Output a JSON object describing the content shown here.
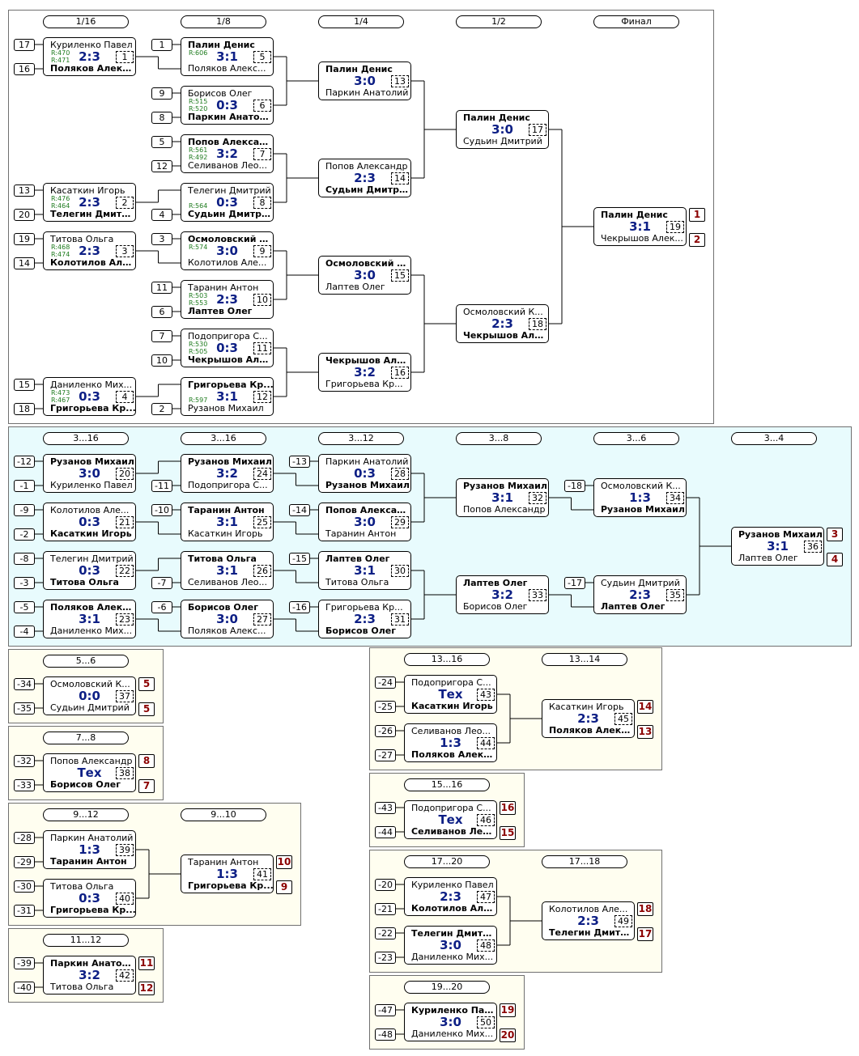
{
  "main_bracket": {
    "rounds": [
      "1/16",
      "1/8",
      "1/4",
      "1/2",
      "Финал"
    ],
    "matches": [
      {
        "id": "m1",
        "num": "1",
        "top": "Куриленко Павел",
        "bottom": "Поляков Алекс...",
        "score": "2:3",
        "winner": "bottom",
        "r_top": "R:470",
        "r_bottom": "R:471",
        "seed_top": "17",
        "seed_bottom": "16"
      },
      {
        "id": "m2",
        "num": "2",
        "top": "Касаткин Игорь",
        "bottom": "Телегин Дмитрий",
        "score": "2:3",
        "winner": "bottom",
        "r_top": "R:476",
        "r_bottom": "R:464",
        "seed_top": "13",
        "seed_bottom": "20"
      },
      {
        "id": "m3",
        "num": "3",
        "top": "Титова Ольга",
        "bottom": "Колотилов Але...",
        "score": "2:3",
        "winner": "bottom",
        "r_top": "R:468",
        "r_bottom": "R:474",
        "seed_top": "19",
        "seed_bottom": "14"
      },
      {
        "id": "m4",
        "num": "4",
        "top": "Даниленко Мих...",
        "bottom": "Григорьева Кр...",
        "score": "0:3",
        "winner": "bottom",
        "r_top": "R:473",
        "r_bottom": "R:467",
        "seed_top": "15",
        "seed_bottom": "18"
      },
      {
        "id": "m5",
        "num": "5",
        "top": "Палин Денис",
        "bottom": "Поляков Алекс...",
        "score": "3:1",
        "winner": "top",
        "r_top": "R:606",
        "seed_top": "1"
      },
      {
        "id": "m6",
        "num": "6",
        "top": "Борисов Олег",
        "bottom": "Паркин Анатолий",
        "score": "0:3",
        "winner": "bottom",
        "r_top": "R:515",
        "r_bottom": "R:520",
        "seed_top": "9",
        "seed_bottom": "8"
      },
      {
        "id": "m7",
        "num": "7",
        "top": "Попов Александр",
        "bottom": "Селиванов Лео...",
        "score": "3:2",
        "winner": "top",
        "r_top": "R:561",
        "r_bottom": "R:492",
        "seed_top": "5",
        "seed_bottom": "12"
      },
      {
        "id": "m8",
        "num": "8",
        "top": "Телегин Дмитрий",
        "bottom": "Судьин Дмитрий",
        "score": "0:3",
        "winner": "bottom",
        "r_bottom": "R:564",
        "seed_bottom": "4"
      },
      {
        "id": "m9",
        "num": "9",
        "top": "Осмоловский К...",
        "bottom": "Колотилов Але...",
        "score": "3:0",
        "winner": "top",
        "r_top": "R:574",
        "seed_top": "3"
      },
      {
        "id": "m10",
        "num": "10",
        "top": "Таранин Антон",
        "bottom": "Лаптев Олег",
        "score": "2:3",
        "winner": "bottom",
        "r_top": "R:503",
        "r_bottom": "R:553",
        "seed_top": "11",
        "seed_bottom": "6"
      },
      {
        "id": "m11",
        "num": "11",
        "top": "Подопригора С...",
        "bottom": "Чекрышов Алек...",
        "score": "0:3",
        "winner": "bottom",
        "r_top": "R:530",
        "r_bottom": "R:505",
        "seed_top": "7",
        "seed_bottom": "10"
      },
      {
        "id": "m12",
        "num": "12",
        "top": "Григорьева Кр...",
        "bottom": "Рузанов Михаил",
        "score": "3:1",
        "winner": "top",
        "r_bottom": "R:597",
        "seed_bottom": "2"
      },
      {
        "id": "m13",
        "num": "13",
        "top": "Палин Денис",
        "bottom": "Паркин Анатолий",
        "score": "3:0",
        "winner": "top"
      },
      {
        "id": "m14",
        "num": "14",
        "top": "Попов Александр",
        "bottom": "Судьин Дмитрий",
        "score": "2:3",
        "winner": "bottom"
      },
      {
        "id": "m15",
        "num": "15",
        "top": "Осмоловский К...",
        "bottom": "Лаптев Олег",
        "score": "3:0",
        "winner": "top"
      },
      {
        "id": "m16",
        "num": "16",
        "top": "Чекрышов Алек...",
        "bottom": "Григорьева Кр...",
        "score": "3:2",
        "winner": "top"
      },
      {
        "id": "m17",
        "num": "17",
        "top": "Палин Денис",
        "bottom": "Судьин Дмитрий",
        "score": "3:0",
        "winner": "top"
      },
      {
        "id": "m18",
        "num": "18",
        "top": "Осмоловский К...",
        "bottom": "Чекрышов Алек...",
        "score": "2:3",
        "winner": "bottom"
      },
      {
        "id": "m19",
        "num": "19",
        "top": "Палин Денис",
        "bottom": "Чекрышов Алек...",
        "score": "3:1",
        "winner": "top",
        "place_top": "1",
        "place_bottom": "2"
      }
    ]
  },
  "consolation_bracket": {
    "rounds": [
      "3...16",
      "3...16",
      "3...12",
      "3...8",
      "3...6",
      "3...4"
    ],
    "matches": [
      {
        "id": "m20",
        "num": "20",
        "top": "Рузанов Михаил",
        "bottom": "Куриленко Павел",
        "score": "3:0",
        "winner": "top",
        "seed_top": "-12",
        "seed_bottom": "-1"
      },
      {
        "id": "m21",
        "num": "21",
        "top": "Колотилов Але...",
        "bottom": "Касаткин Игорь",
        "score": "0:3",
        "winner": "bottom",
        "seed_top": "-9",
        "seed_bottom": "-2"
      },
      {
        "id": "m22",
        "num": "22",
        "top": "Телегин Дмитрий",
        "bottom": "Титова Ольга",
        "score": "0:3",
        "winner": "bottom",
        "seed_top": "-8",
        "seed_bottom": "-3"
      },
      {
        "id": "m23",
        "num": "23",
        "top": "Поляков Алекс...",
        "bottom": "Даниленко Мих...",
        "score": "3:1",
        "winner": "top",
        "seed_top": "-5",
        "seed_bottom": "-4"
      },
      {
        "id": "m24",
        "num": "24",
        "top": "Рузанов Михаил",
        "bottom": "Подопригора С...",
        "score": "3:2",
        "winner": "top",
        "seed_bottom": "-11"
      },
      {
        "id": "m25",
        "num": "25",
        "top": "Таранин Антон",
        "bottom": "Касаткин Игорь",
        "score": "3:1",
        "winner": "top",
        "seed_top": "-10"
      },
      {
        "id": "m26",
        "num": "26",
        "top": "Титова Ольга",
        "bottom": "Селиванов Лео...",
        "score": "3:1",
        "winner": "top",
        "seed_bottom": "-7"
      },
      {
        "id": "m27",
        "num": "27",
        "top": "Борисов Олег",
        "bottom": "Поляков Алекс...",
        "score": "3:0",
        "winner": "top",
        "seed_top": "-6"
      },
      {
        "id": "m28",
        "num": "28",
        "top": "Паркин Анатолий",
        "bottom": "Рузанов Михаил",
        "score": "0:3",
        "winner": "bottom",
        "seed_top": "-13"
      },
      {
        "id": "m29",
        "num": "29",
        "top": "Попов Александр",
        "bottom": "Таранин Антон",
        "score": "3:0",
        "winner": "top",
        "seed_top": "-14"
      },
      {
        "id": "m30",
        "num": "30",
        "top": "Лаптев Олег",
        "bottom": "Титова Ольга",
        "score": "3:1",
        "winner": "top",
        "seed_top": "-15"
      },
      {
        "id": "m31",
        "num": "31",
        "top": "Григорьева Кр...",
        "bottom": "Борисов Олег",
        "score": "2:3",
        "winner": "bottom",
        "seed_top": "-16"
      },
      {
        "id": "m32",
        "num": "32",
        "top": "Рузанов Михаил",
        "bottom": "Попов Александр",
        "score": "3:1",
        "winner": "top"
      },
      {
        "id": "m33",
        "num": "33",
        "top": "Лаптев Олег",
        "bottom": "Борисов Олег",
        "score": "3:2",
        "winner": "top"
      },
      {
        "id": "m34",
        "num": "34",
        "top": "Осмоловский К...",
        "bottom": "Рузанов Михаил",
        "score": "1:3",
        "winner": "bottom",
        "seed_top": "-18"
      },
      {
        "id": "m35",
        "num": "35",
        "top": "Судьин Дмитрий",
        "bottom": "Лаптев Олег",
        "score": "2:3",
        "winner": "bottom",
        "seed_top": "-17"
      },
      {
        "id": "m36",
        "num": "36",
        "top": "Рузанов Михаил",
        "bottom": "Лаптев Олег",
        "score": "3:1",
        "winner": "top",
        "place_top": "3",
        "place_bottom": "4"
      }
    ]
  },
  "placement_5_6": {
    "round": "5...6",
    "match": {
      "id": "m37",
      "num": "37",
      "top": "Осмоловский К...",
      "bottom": "Судьин Дмитрий",
      "score": "0:0",
      "winner": "none",
      "seed_top": "-34",
      "seed_bottom": "-35",
      "place_top": "5",
      "place_bottom": "5"
    }
  },
  "placement_7_8": {
    "round": "7...8",
    "match": {
      "id": "m38",
      "num": "38",
      "top": "Попов Александр",
      "bottom": "Борисов Олег",
      "score": "Тех",
      "winner": "bottom",
      "seed_top": "-32",
      "seed_bottom": "-33",
      "place_top": "8",
      "place_bottom": "7"
    }
  },
  "placement_9_12": {
    "rounds": [
      "9...12",
      "9...10"
    ],
    "matches": [
      {
        "id": "m39",
        "num": "39",
        "top": "Паркин Анатолий",
        "bottom": "Таранин Антон",
        "score": "1:3",
        "winner": "bottom",
        "seed_top": "-28",
        "seed_bottom": "-29"
      },
      {
        "id": "m40",
        "num": "40",
        "top": "Титова Ольга",
        "bottom": "Григорьева Кр...",
        "score": "0:3",
        "winner": "bottom",
        "seed_top": "-30",
        "seed_bottom": "-31"
      },
      {
        "id": "m41",
        "num": "41",
        "top": "Таранин Антон",
        "bottom": "Григорьева Кр...",
        "score": "1:3",
        "winner": "bottom",
        "place_top": "10",
        "place_bottom": "9"
      }
    ]
  },
  "placement_11_12": {
    "round": "11...12",
    "match": {
      "id": "m42",
      "num": "42",
      "top": "Паркин Анатолий",
      "bottom": "Титова Ольга",
      "score": "3:2",
      "winner": "top",
      "seed_top": "-39",
      "seed_bottom": "-40",
      "place_top": "11",
      "place_bottom": "12"
    }
  },
  "placement_13_16": {
    "rounds": [
      "13...16",
      "13...14"
    ],
    "matches": [
      {
        "id": "m43",
        "num": "43",
        "top": "Подопригора С...",
        "bottom": "Касаткин Игорь",
        "score": "Тех",
        "winner": "bottom",
        "seed_top": "-24",
        "seed_bottom": "-25"
      },
      {
        "id": "m44",
        "num": "44",
        "top": "Селиванов Лео...",
        "bottom": "Поляков Алекс...",
        "score": "1:3",
        "winner": "bottom",
        "seed_top": "-26",
        "seed_bottom": "-27"
      },
      {
        "id": "m45",
        "num": "45",
        "top": "Касаткин Игорь",
        "bottom": "Поляков Алекс...",
        "score": "2:3",
        "winner": "bottom",
        "place_top": "14",
        "place_bottom": "13"
      }
    ]
  },
  "placement_15_16": {
    "round": "15...16",
    "match": {
      "id": "m46",
      "num": "46",
      "top": "Подопригора С...",
      "bottom": "Селиванов Лео...",
      "score": "Тех",
      "winner": "bottom",
      "seed_top": "-43",
      "seed_bottom": "-44",
      "place_top": "16",
      "place_bottom": "15"
    }
  },
  "placement_17_20": {
    "rounds": [
      "17...20",
      "17...18"
    ],
    "matches": [
      {
        "id": "m47",
        "num": "47",
        "top": "Куриленко Павел",
        "bottom": "Колотилов Але...",
        "score": "2:3",
        "winner": "bottom",
        "seed_top": "-20",
        "seed_bottom": "-21"
      },
      {
        "id": "m48",
        "num": "48",
        "top": "Телегин Дмитрий",
        "bottom": "Даниленко Мих...",
        "score": "3:0",
        "winner": "top",
        "seed_top": "-22",
        "seed_bottom": "-23"
      },
      {
        "id": "m49",
        "num": "49",
        "top": "Колотилов Але...",
        "bottom": "Телегин Дмитрий",
        "score": "2:3",
        "winner": "bottom",
        "place_top": "18",
        "place_bottom": "17"
      }
    ]
  },
  "placement_19_20": {
    "round": "19...20",
    "match": {
      "id": "m50",
      "num": "50",
      "top": "Куриленко Павел",
      "bottom": "Даниленко Мих...",
      "score": "3:0",
      "winner": "top",
      "seed_top": "-47",
      "seed_bottom": "-48",
      "place_top": "19",
      "place_bottom": "20"
    }
  }
}
